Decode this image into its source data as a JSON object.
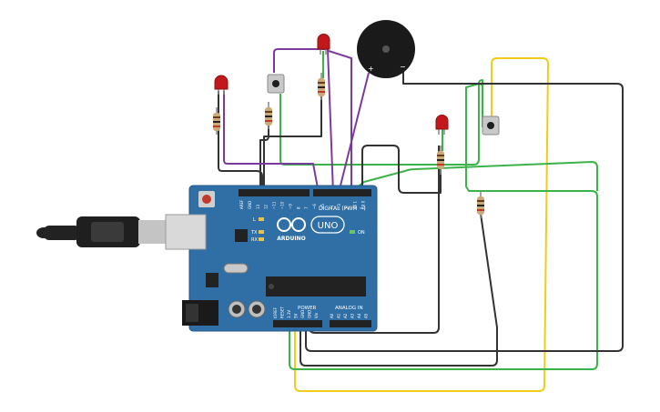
{
  "board": {
    "brand": "ARDUINO",
    "model": "UNO",
    "digital_header": "DIGITAL (PWM ~)",
    "power_header": "POWER",
    "analog_header": "ANALOG IN",
    "led_l": "L",
    "led_tx": "TX",
    "led_rx": "RX",
    "led_on": "ON",
    "digital_pins": [
      "AREF",
      "GND",
      "13",
      "12",
      "~11",
      "~10",
      "~9",
      "8",
      "7",
      "~6",
      "~5",
      "4",
      "~3",
      "2",
      "TX 1",
      "RX 0"
    ],
    "power_pins": [
      "IOREF",
      "RESET",
      "3.3V",
      "5V",
      "GND",
      "GND",
      "Vin"
    ],
    "analog_pins": [
      "A0",
      "A1",
      "A2",
      "A3",
      "A4",
      "A5"
    ]
  },
  "buzzer": {
    "plus_label": "+",
    "minus_label": "−"
  },
  "colors": {
    "board": "#2f6fa6",
    "board_edge": "#245a89",
    "wire_black": "#333333",
    "wire_green": "#3cb34a",
    "wire_purple": "#7a3c9c",
    "wire_yellow": "#f2cc1b",
    "led": "#c2181b",
    "resistor": "#c9a879",
    "button": "#c8c8c8"
  }
}
